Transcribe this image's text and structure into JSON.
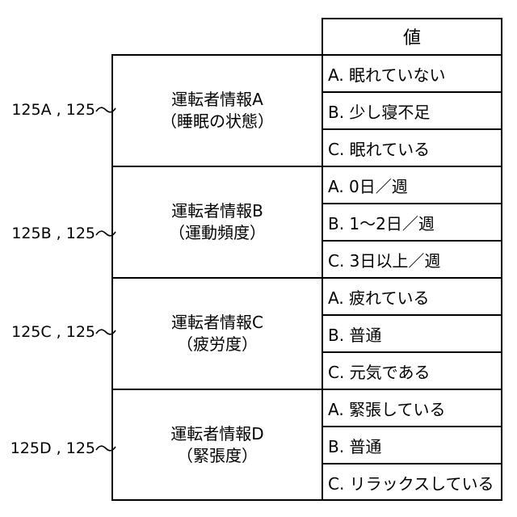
{
  "table": {
    "header": "値",
    "groups": [
      {
        "ref": "125A , 125",
        "title": "運転者情報A",
        "subtitle": "（睡眠の状態）",
        "values": [
          "A. 眠れていない",
          "B. 少し寝不足",
          "C. 眠れている"
        ]
      },
      {
        "ref": "125B , 125",
        "title": "運転者情報B",
        "subtitle": "（運動頻度）",
        "values": [
          "A. 0日／週",
          "B. 1～2日／週",
          "C. 3日以上／週"
        ]
      },
      {
        "ref": "125C , 125",
        "title": "運転者情報C",
        "subtitle": "（疲労度）",
        "values": [
          "A. 疲れている",
          "B. 普通",
          "C. 元気である"
        ]
      },
      {
        "ref": "125D , 125",
        "title": "運転者情報D",
        "subtitle": "（緊張度）",
        "values": [
          "A. 緊張している",
          "B. 普通",
          "C. リラックスしている"
        ]
      }
    ]
  }
}
